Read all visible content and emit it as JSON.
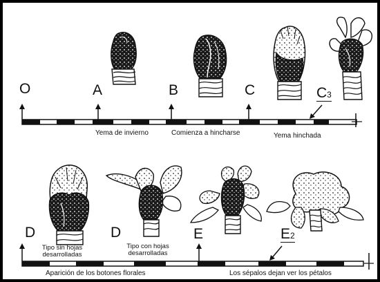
{
  "row1": {
    "stages": [
      {
        "letter": "O",
        "sub": ""
      },
      {
        "letter": "A",
        "sub": ""
      },
      {
        "letter": "B",
        "sub": ""
      },
      {
        "letter": "C",
        "sub": ""
      },
      {
        "letter": "C",
        "sub": "3"
      }
    ],
    "captions": [
      "Yema de invierno",
      "Comienza a hincharse",
      "Yema hinchada"
    ]
  },
  "row2": {
    "stages": [
      {
        "letter": "D",
        "sub": ""
      },
      {
        "letter": "D",
        "sub": ""
      },
      {
        "letter": "E",
        "sub": ""
      },
      {
        "letter": "E",
        "sub": "2"
      }
    ],
    "subcaptions": [
      {
        "line1": "Tipo sin hojas",
        "line2": "desarrolladas"
      },
      {
        "line1": "Tipo con hojas",
        "line2": "desarrolladas"
      }
    ],
    "captions": [
      "Aparición de los botones florales",
      "Los sépalos dejan ver los pétalos"
    ]
  },
  "colors": {
    "ink": "#111111",
    "paper": "#ffffff",
    "border": "#000000"
  },
  "icons": [
    "bud-winter-icon",
    "bud-swelling-icon",
    "bud-swollen-icon",
    "bud-opening-icon",
    "flower-cluster-icon",
    "leafy-cluster-icon",
    "sepals-open-icon",
    "blossom-icon"
  ]
}
